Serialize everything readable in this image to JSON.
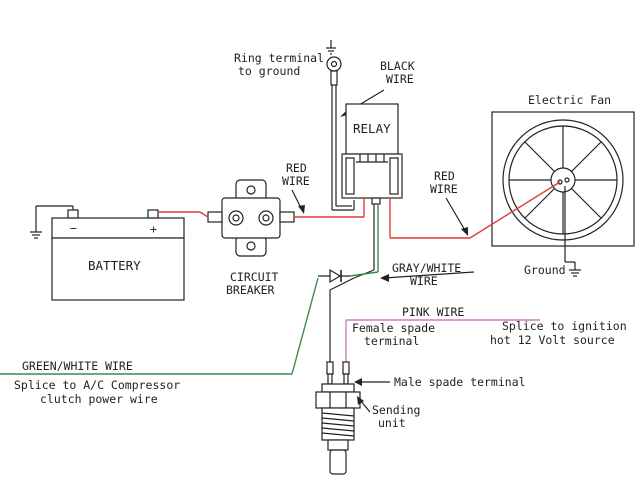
{
  "labels": {
    "ring_terminal_line1": "Ring terminal",
    "ring_terminal_line2": "to ground",
    "black_wire_line1": "BLACK",
    "black_wire_line2": "WIRE",
    "relay": "RELAY",
    "electric_fan": "Electric Fan",
    "red_wire_a_line1": "RED",
    "red_wire_a_line2": "WIRE",
    "red_wire_b_line1": "RED",
    "red_wire_b_line2": "WIRE",
    "battery": "BATTERY",
    "battery_minus": "−",
    "battery_plus": "+",
    "circuit_breaker_line1": "CIRCUIT",
    "circuit_breaker_line2": "BREAKER",
    "gray_white_line1": "GRAY/WHITE",
    "gray_white_line2": "WIRE",
    "ground": "Ground",
    "pink_wire": "PINK WIRE",
    "female_spade_line1": "Female spade",
    "female_spade_line2": "terminal",
    "splice_ignition_line1": "Splice to ignition",
    "splice_ignition_line2": "hot 12 Volt source",
    "green_white_wire": "GREEN/WHITE WIRE",
    "splice_ac_line1": "Splice to A/C Compressor",
    "splice_ac_line2": "clutch power wire",
    "male_spade": "Male spade terminal",
    "sending_unit_line1": "Sending",
    "sending_unit_line2": "unit"
  },
  "colors": {
    "line": "#222222",
    "red_wire": "#e03a3a",
    "green_wire": "#3a8a4a",
    "pink_wire": "#c97fc4",
    "background": "#ffffff"
  }
}
